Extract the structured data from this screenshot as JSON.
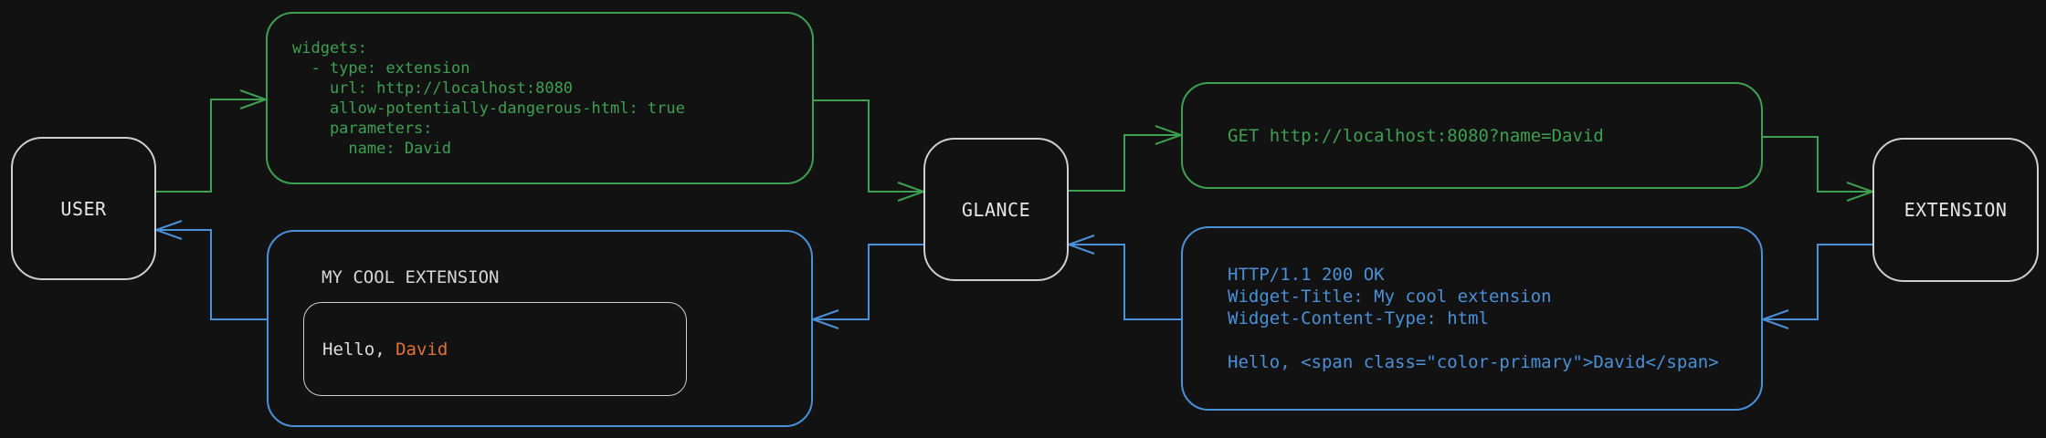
{
  "colors": {
    "background": "#121212",
    "request_flow_green": "#3ca050",
    "response_flow_blue": "#4a90d8",
    "highlight_orange": "#e0713a",
    "neutral_border_gray": "#cfcfcf"
  },
  "actors": {
    "user": "USER",
    "glance": "GLANCE",
    "extension": "EXTENSION"
  },
  "config_box": {
    "lines": [
      "widgets:",
      "  - type: extension",
      "    url: http://localhost:8080",
      "    allow-potentially-dangerous-html: true",
      "    parameters:",
      "      name: David"
    ]
  },
  "request_box": {
    "text": "GET http://localhost:8080?name=David"
  },
  "response_box": {
    "lines": [
      "HTTP/1.1 200 OK",
      "Widget-Title: My cool extension",
      "Widget-Content-Type: html",
      "",
      "Hello, <span class=\"color-primary\">David</span>"
    ]
  },
  "preview_box": {
    "title": "MY COOL EXTENSION",
    "greeting_prefix": "Hello, ",
    "greeting_name": "David"
  }
}
